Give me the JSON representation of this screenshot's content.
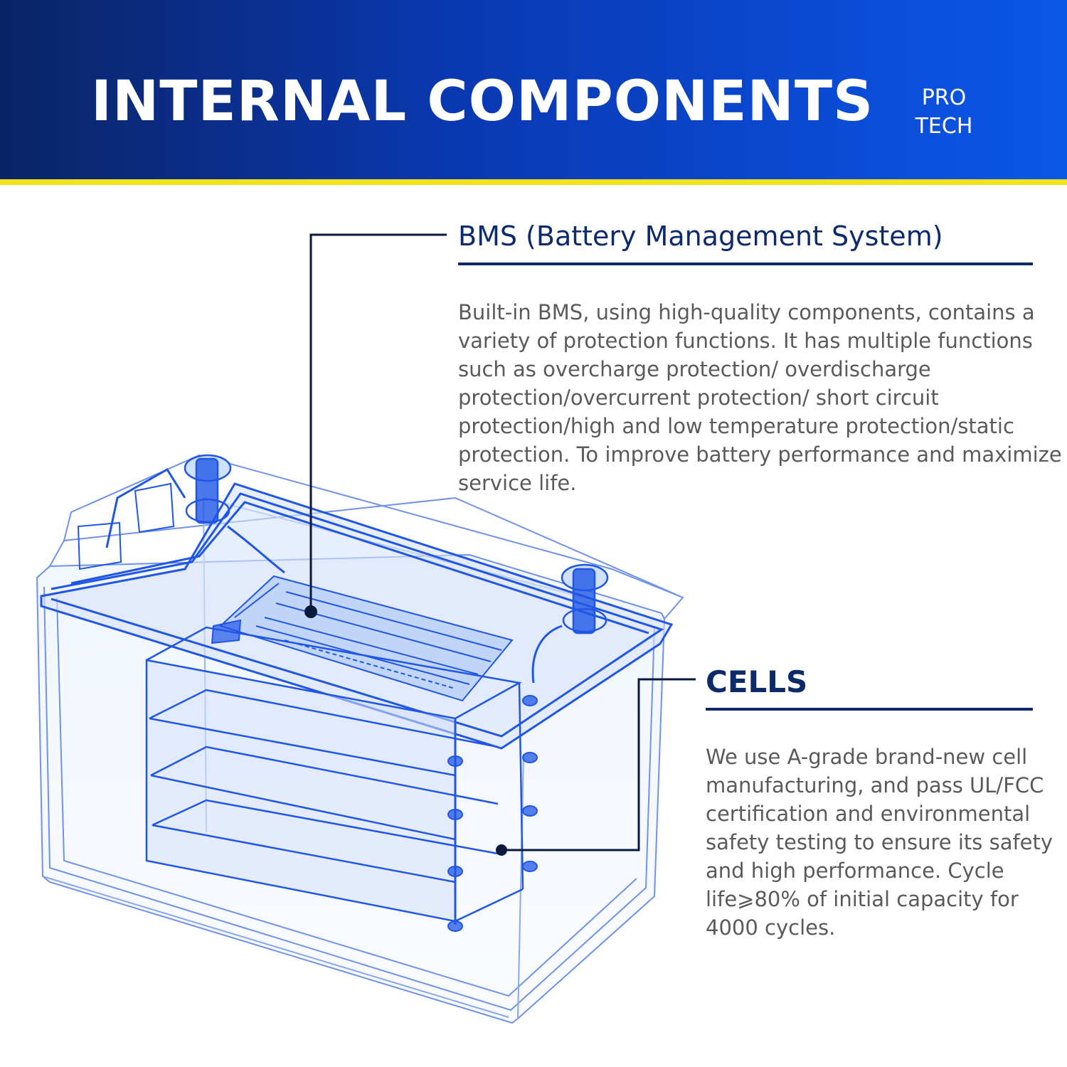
{
  "header": {
    "title": "INTERNAL COMPONENTS",
    "brand": {
      "line1": "PRO",
      "line2": "TECH"
    },
    "colors": {
      "dark_blue": "#0a2466",
      "bright_blue": "#0b57e8",
      "stripe_yellow": "#f1e21a"
    }
  },
  "bms": {
    "title": "BMS (Battery Management System)",
    "description": "Built-in BMS, using high-quality components, contains a variety of protection functions. It has multiple functions such as overcharge protection/ overdischarge protection/overcurrent protection/ short circuit protection/high and low temperature protection/static protection. To improve battery performance and maximize service life."
  },
  "cells": {
    "title": "CELLS",
    "description": "We use A-grade brand-new cell manufacturing, and pass UL/FCC certification and environmental safety testing to ensure its safety and high performance. Cycle life⩾80% of initial capacity for 4000 cycles."
  },
  "colors": {
    "heading_navy": "#0d2a6b",
    "body_gray": "#5a5a5a",
    "wireframe_blue": "#1f56e6"
  }
}
